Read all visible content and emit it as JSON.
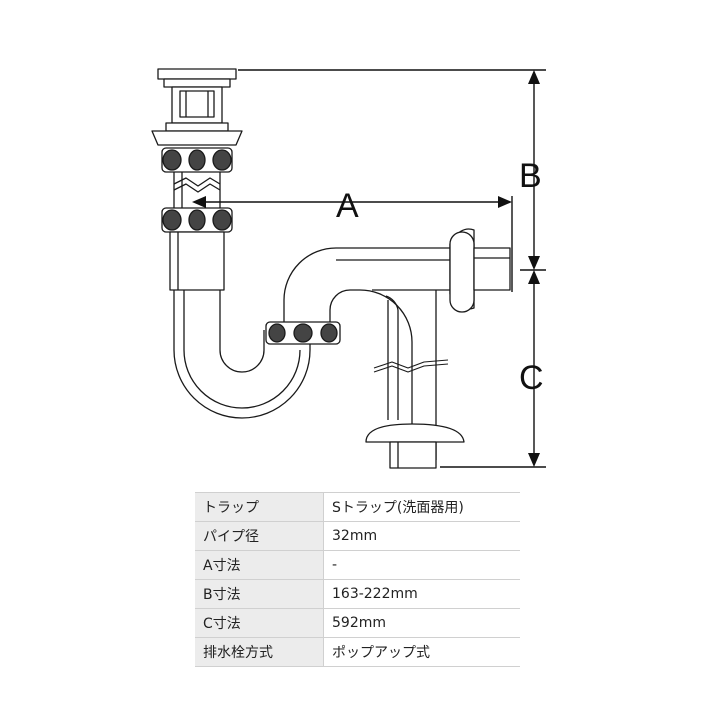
{
  "diagram": {
    "dimension_labels": {
      "a": "A",
      "b": "B",
      "c": "C"
    }
  },
  "spec_table": {
    "rows": [
      {
        "label": "トラップ",
        "value": "Sトラップ(洗面器用)"
      },
      {
        "label": "パイプ径",
        "value": "32mm"
      },
      {
        "label": "A寸法",
        "value": "-"
      },
      {
        "label": "B寸法",
        "value": "163-222mm"
      },
      {
        "label": "C寸法",
        "value": "592mm"
      },
      {
        "label": "排水栓方式",
        "value": "ポップアップ式"
      }
    ]
  }
}
